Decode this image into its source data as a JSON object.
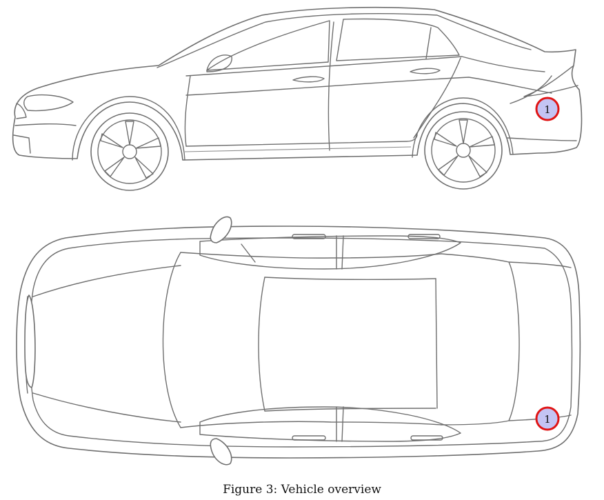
{
  "caption": "Figure 3: Vehicle overview",
  "markers": [
    {
      "id": "side-view-marker",
      "label": "1"
    },
    {
      "id": "top-view-marker",
      "label": "1"
    }
  ],
  "colors": {
    "marker_fill": "#c4c4f4",
    "marker_stroke": "#e01414",
    "line": "#6e6e6e"
  }
}
